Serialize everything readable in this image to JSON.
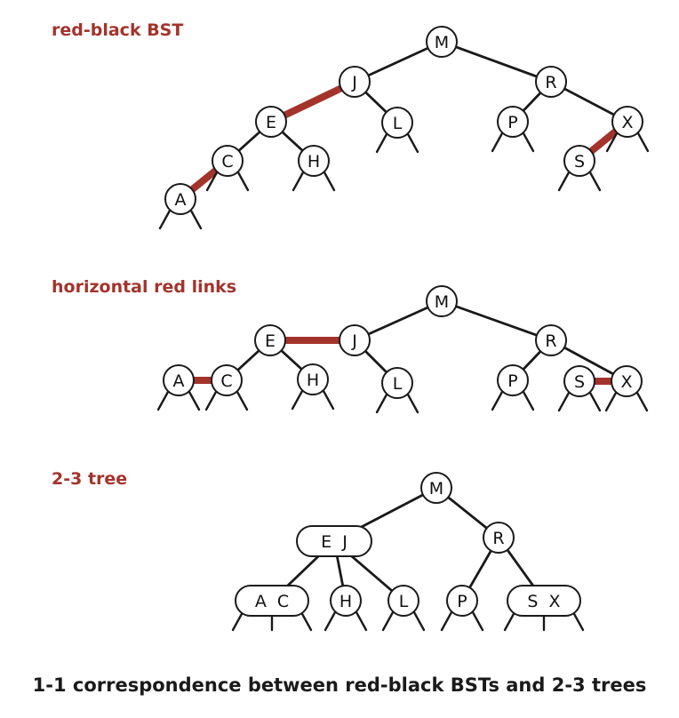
{
  "colors": {
    "accent": "#a3342c",
    "ink": "#1a1a1a"
  },
  "sections": [
    {
      "id": "rb",
      "title": "red-black BST",
      "nodes": [
        {
          "id": "M",
          "label": "M"
        },
        {
          "id": "J",
          "label": "J"
        },
        {
          "id": "R",
          "label": "R"
        },
        {
          "id": "E",
          "label": "E"
        },
        {
          "id": "L",
          "label": "L"
        },
        {
          "id": "P",
          "label": "P"
        },
        {
          "id": "X",
          "label": "X"
        },
        {
          "id": "C",
          "label": "C"
        },
        {
          "id": "H",
          "label": "H"
        },
        {
          "id": "S",
          "label": "S"
        },
        {
          "id": "A",
          "label": "A"
        }
      ],
      "links": [
        {
          "from": "M",
          "to": "J",
          "color": "black"
        },
        {
          "from": "M",
          "to": "R",
          "color": "black"
        },
        {
          "from": "J",
          "to": "E",
          "color": "red"
        },
        {
          "from": "J",
          "to": "L",
          "color": "black"
        },
        {
          "from": "E",
          "to": "C",
          "color": "black"
        },
        {
          "from": "E",
          "to": "H",
          "color": "black"
        },
        {
          "from": "C",
          "to": "A",
          "color": "red"
        },
        {
          "from": "R",
          "to": "P",
          "color": "black"
        },
        {
          "from": "R",
          "to": "X",
          "color": "black"
        },
        {
          "from": "X",
          "to": "S",
          "color": "red"
        }
      ]
    },
    {
      "id": "hz",
      "title": "horizontal red links",
      "nodes": [
        {
          "id": "M",
          "label": "M"
        },
        {
          "id": "E",
          "label": "E"
        },
        {
          "id": "J",
          "label": "J"
        },
        {
          "id": "R",
          "label": "R"
        },
        {
          "id": "A",
          "label": "A"
        },
        {
          "id": "C",
          "label": "C"
        },
        {
          "id": "H",
          "label": "H"
        },
        {
          "id": "L",
          "label": "L"
        },
        {
          "id": "P",
          "label": "P"
        },
        {
          "id": "S",
          "label": "S"
        },
        {
          "id": "X",
          "label": "X"
        }
      ],
      "links": [
        {
          "from": "M",
          "to": "J",
          "color": "black"
        },
        {
          "from": "M",
          "to": "R",
          "color": "black"
        },
        {
          "from": "E",
          "to": "J",
          "color": "red"
        },
        {
          "from": "E",
          "to": "C",
          "color": "black"
        },
        {
          "from": "E",
          "to": "H",
          "color": "black"
        },
        {
          "from": "J",
          "to": "L",
          "color": "black"
        },
        {
          "from": "A",
          "to": "C",
          "color": "red"
        },
        {
          "from": "R",
          "to": "P",
          "color": "black"
        },
        {
          "from": "R",
          "to": "X",
          "color": "black"
        },
        {
          "from": "S",
          "to": "X",
          "color": "red"
        }
      ]
    },
    {
      "id": "tt",
      "title": "2-3 tree",
      "nodes": [
        {
          "id": "M",
          "label": "M"
        },
        {
          "id": "EJ",
          "label": "E  J"
        },
        {
          "id": "R",
          "label": "R"
        },
        {
          "id": "AC",
          "label": "A  C"
        },
        {
          "id": "H",
          "label": "H"
        },
        {
          "id": "L",
          "label": "L"
        },
        {
          "id": "P",
          "label": "P"
        },
        {
          "id": "SX",
          "label": "S  X"
        }
      ],
      "links": [
        {
          "from": "M",
          "to": "EJ",
          "color": "black"
        },
        {
          "from": "M",
          "to": "R",
          "color": "black"
        },
        {
          "from": "EJ",
          "to": "AC",
          "color": "black"
        },
        {
          "from": "EJ",
          "to": "H",
          "color": "black"
        },
        {
          "from": "EJ",
          "to": "L",
          "color": "black"
        },
        {
          "from": "R",
          "to": "P",
          "color": "black"
        },
        {
          "from": "R",
          "to": "SX",
          "color": "black"
        }
      ]
    }
  ],
  "caption": "1-1 correspondence between red-black BSTs and 2-3 trees"
}
